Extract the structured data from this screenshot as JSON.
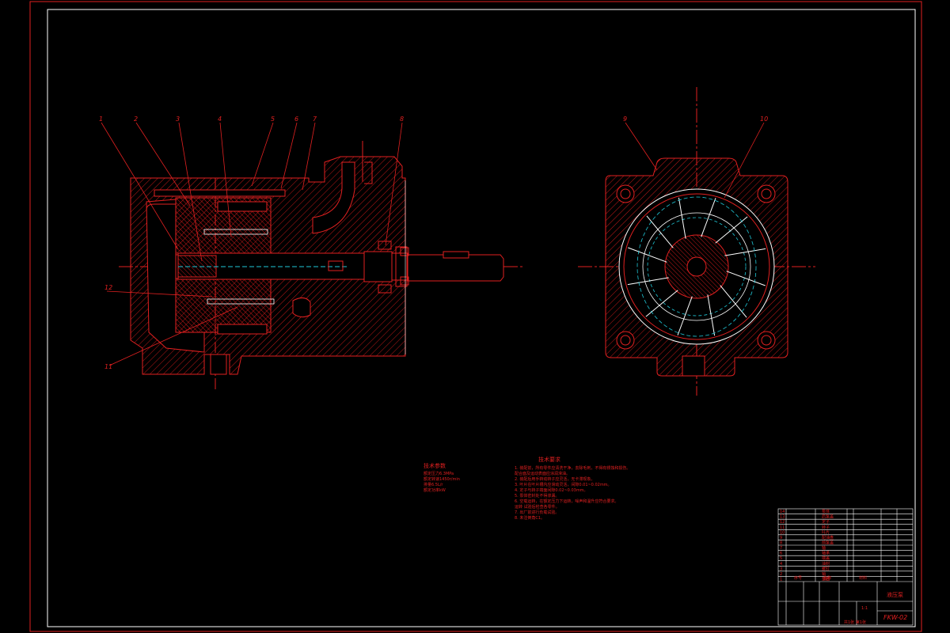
{
  "drawing": {
    "part_labels": [
      "1",
      "2",
      "3",
      "4",
      "5",
      "6",
      "7",
      "8",
      "9",
      "10",
      "11",
      "12"
    ],
    "drawing_number": "FKW-02",
    "tech_params": {
      "title": "技术参数",
      "lines": [
        "额定压力6.3MPa",
        "额定转速1450r/min",
        "排量6.5L/r",
        "额定功率kW"
      ]
    },
    "tech_requirements": {
      "title": "技术要求",
      "lines": [
        "1. 装配前，所有零件应清洗干净，去除毛刺，不得有锈蚀和损伤。",
        "   配合面及运动表面应涂润滑油。",
        "2. 装配后用手转动转子应灵活，无卡滞现象。",
        "3. 叶片在叶片槽内应滑动灵活，间隙0.01~0.02mm。",
        "4. 定子与转子端面间隙0.02~0.03mm。",
        "5. 泵体密封处不得渗漏。",
        "6. 空载运转，在额定压力下运转，噪声和温升应符合要求。",
        "   运转 试验后检查各零件。",
        "7. 出厂前进行负载试验。",
        "8. 未注倒角C1。"
      ]
    },
    "title_block": {
      "name": "液压泵",
      "scale": "1:1",
      "sheet": "共1张 第1张",
      "parts_list": [
        "泵体",
        "后泵盖",
        "定子",
        "转子",
        "叶片",
        "配油盘",
        "前泵盖",
        "轴",
        "轴承",
        "端盖",
        "油封",
        "螺钉",
        "销",
        "垫圈"
      ],
      "header": [
        "序号",
        "代号",
        "名称",
        "数量",
        "材料",
        "备注"
      ]
    }
  },
  "colors": {
    "line": "#e02020",
    "cyan": "#20c8d8",
    "white": "#ffffff",
    "border": "#ffffff"
  }
}
